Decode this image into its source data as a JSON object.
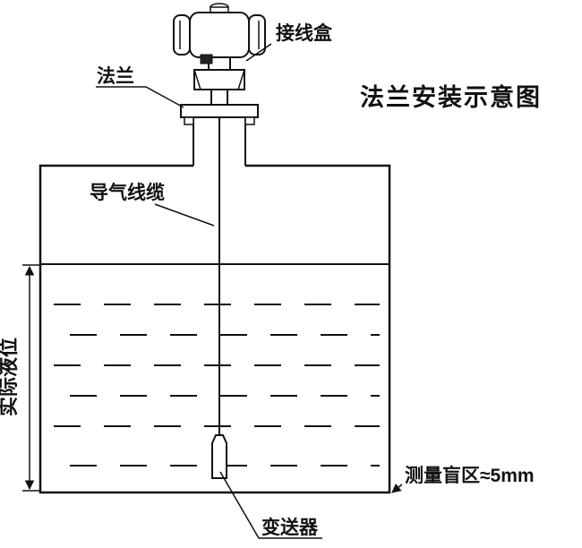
{
  "title": "法兰安装示意图",
  "labels": {
    "junction_box": "接线盒",
    "flange": "法兰",
    "air_cable": "导气线缆",
    "actual_level": "实际液位",
    "blind_zone": "测量盲区≈5mm",
    "transmitter": "变送器"
  },
  "colors": {
    "line": "#111111",
    "background": "#ffffff"
  }
}
